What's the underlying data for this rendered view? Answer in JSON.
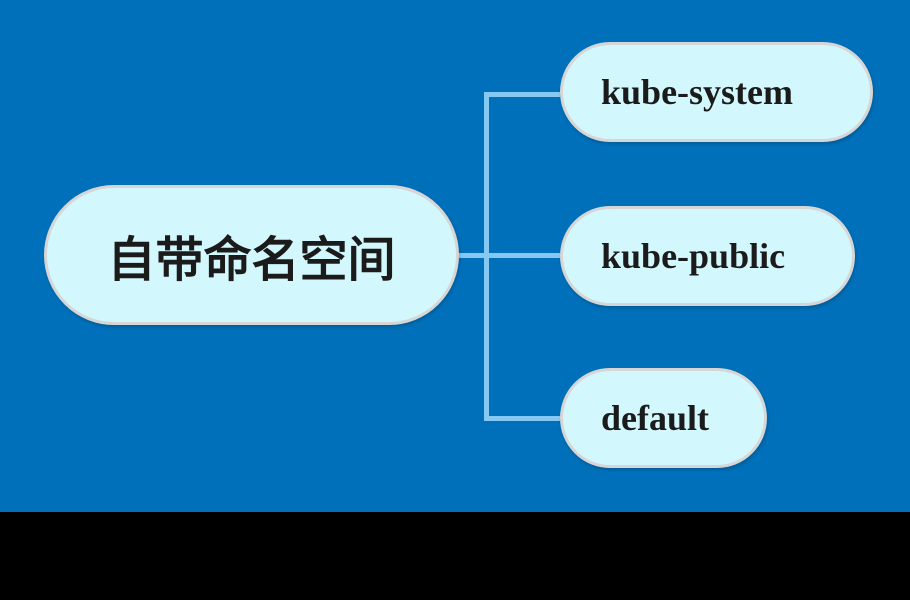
{
  "diagram": {
    "root_node": {
      "label": "自带命名空间"
    },
    "child_nodes": [
      {
        "label": "kube-system"
      },
      {
        "label": "kube-public"
      },
      {
        "label": "default"
      }
    ]
  },
  "colors": {
    "background": "#0070BA",
    "bottom_bar": "#000000",
    "node_fill": "#D2F7FC",
    "node_border": "#D6D6D6",
    "connector_line": "#85C9F2",
    "node_text": "#1B1B1B"
  }
}
